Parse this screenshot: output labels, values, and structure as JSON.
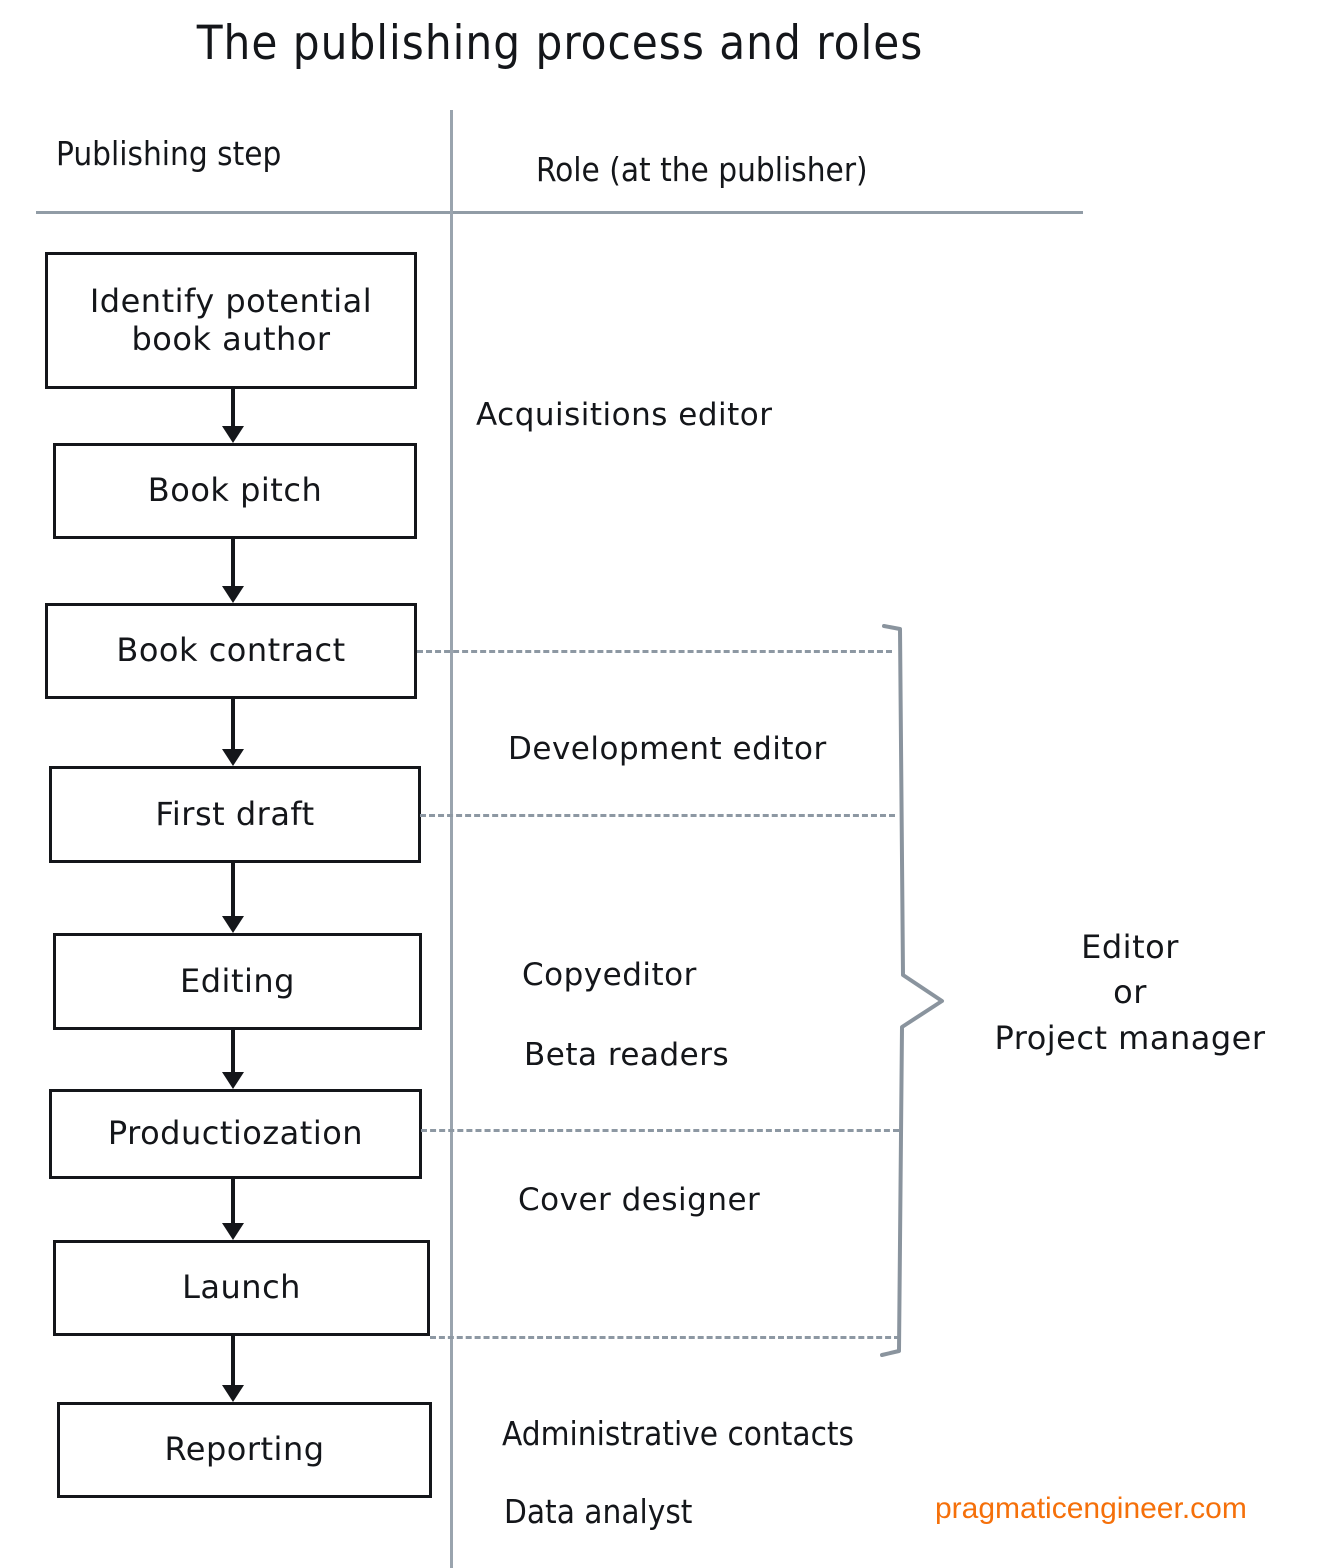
{
  "diagram": {
    "title": "The publishing process and roles",
    "type": "flowchart",
    "columns": [
      {
        "id": "publishing-step",
        "header": "Publishing step"
      },
      {
        "id": "role",
        "header": "Role (at the publisher)"
      }
    ],
    "steps": [
      {
        "id": "identify",
        "label": "Identify potential\nbook author"
      },
      {
        "id": "pitch",
        "label": "Book pitch"
      },
      {
        "id": "contract",
        "label": "Book contract"
      },
      {
        "id": "first-draft",
        "label": "First draft"
      },
      {
        "id": "editing",
        "label": "Editing"
      },
      {
        "id": "production",
        "label": "Productiozation"
      },
      {
        "id": "launch",
        "label": "Launch"
      },
      {
        "id": "reporting",
        "label": "Reporting"
      }
    ],
    "roles": [
      {
        "id": "acquisitions",
        "label": "Acquisitions editor"
      },
      {
        "id": "development",
        "label": "Development editor"
      },
      {
        "id": "copyeditor",
        "label": "Copyeditor"
      },
      {
        "id": "beta-readers",
        "label": "Beta readers"
      },
      {
        "id": "cover",
        "label": "Cover designer"
      },
      {
        "id": "admin",
        "label": "Administrative contacts"
      },
      {
        "id": "analyst",
        "label": "Data analyst"
      }
    ],
    "brace_label": {
      "line1": "Editor",
      "line2": "or",
      "line3": "Project manager"
    },
    "watermark": "pragmaticengineer.com",
    "colors": {
      "ink": "#14161a",
      "rule": "#919ca6",
      "dashed": "#8d98a3",
      "brace": "#8a949e",
      "watermark": "#f5700a",
      "background": "#ffffff"
    }
  }
}
